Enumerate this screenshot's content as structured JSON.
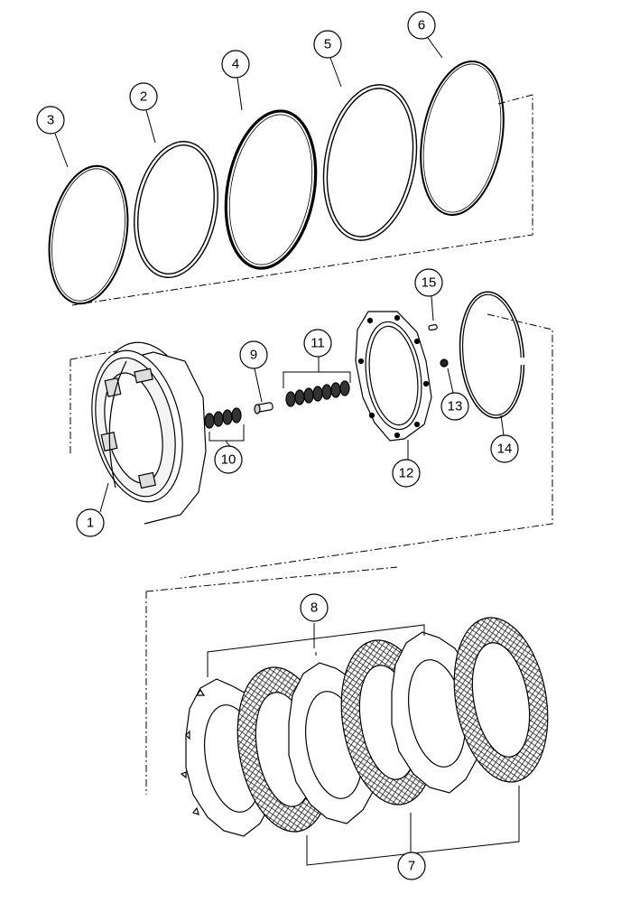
{
  "callouts": {
    "c1": "1",
    "c2": "2",
    "c3": "3",
    "c4": "4",
    "c5": "5",
    "c6": "6",
    "c7": "7",
    "c8": "8",
    "c9": "9",
    "c10": "10",
    "c11": "11",
    "c12": "12",
    "c13": "13",
    "c14": "14",
    "c15": "15"
  },
  "colors": {
    "line": "#000000",
    "background": "#ffffff",
    "friction": "#444444"
  },
  "parts": [
    "piston-housing",
    "seal-ring",
    "seal-ring",
    "seal-ring",
    "seal-ring",
    "seal-ring",
    "friction-disc",
    "steel-separator-plate",
    "pin",
    "spring",
    "spring",
    "cover-plate",
    "ball",
    "snap-ring",
    "roll-pin"
  ]
}
